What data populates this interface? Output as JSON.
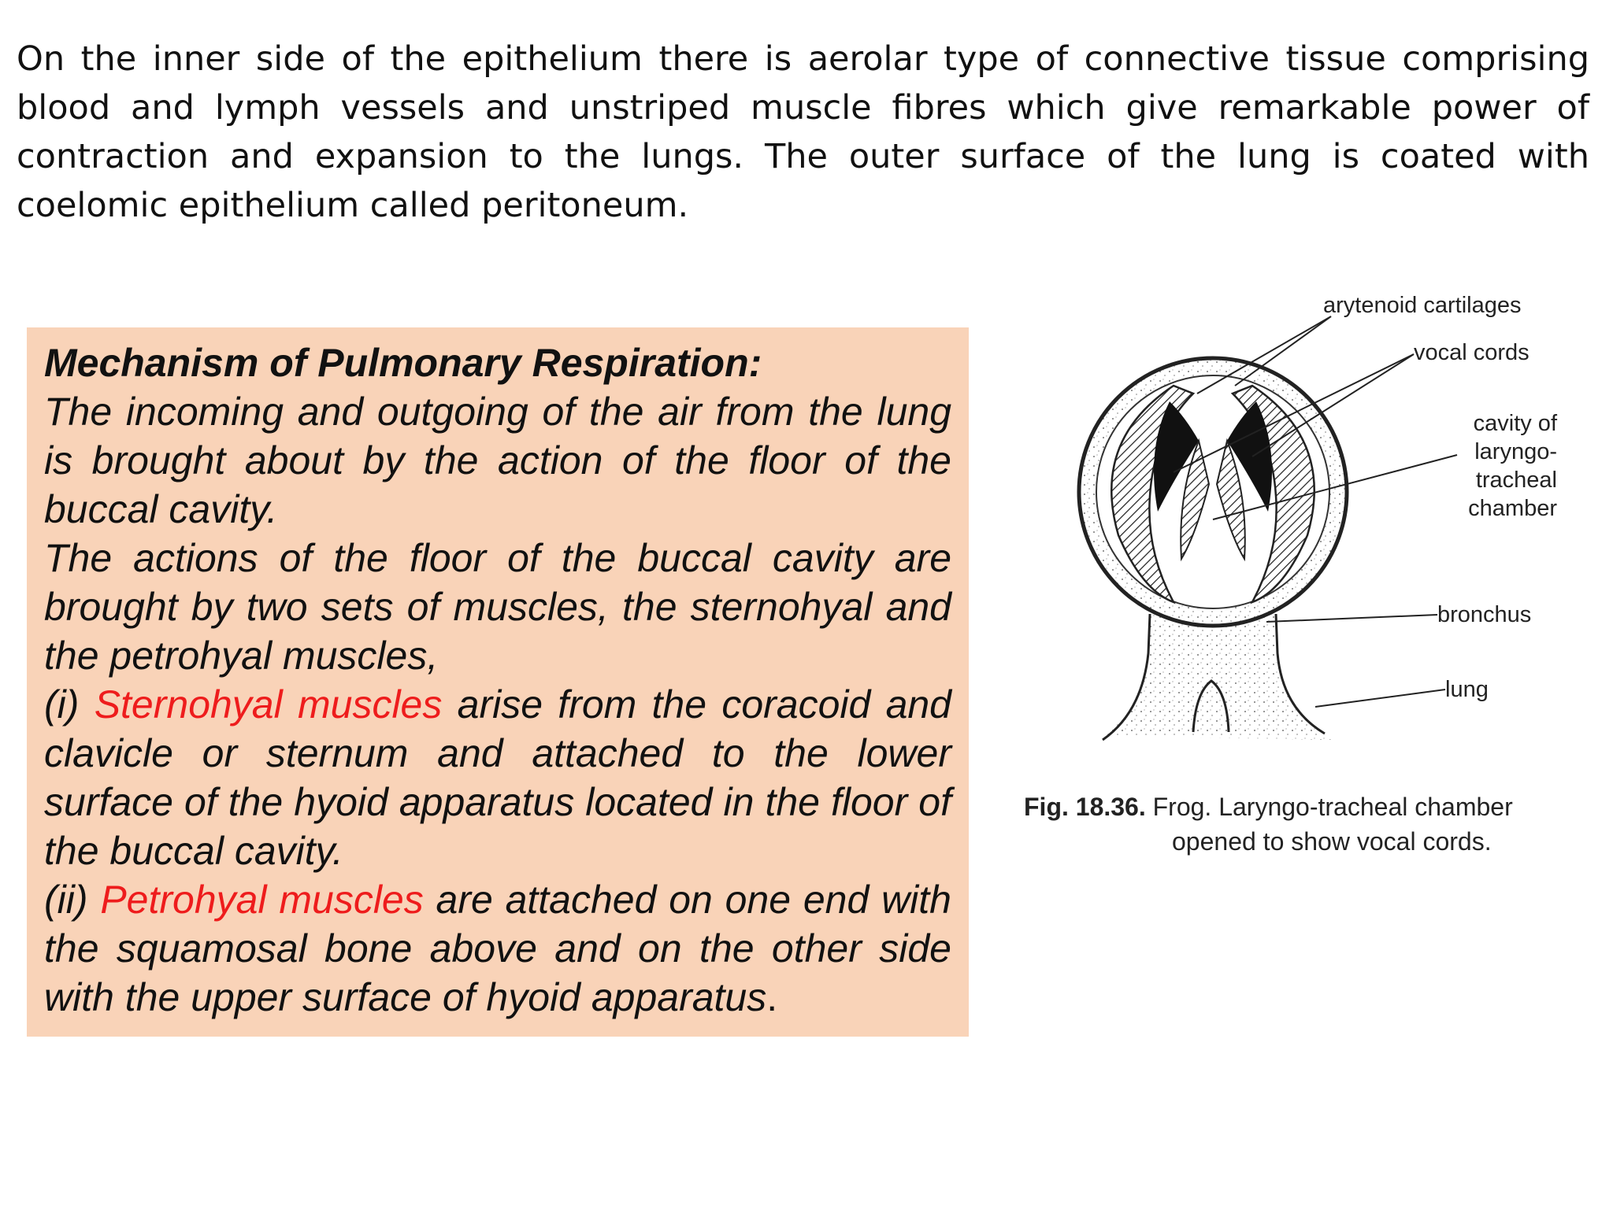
{
  "intro_paragraph": "On the inner side of the epithelium there is aerolar type of connective tissue comprising blood and lymph vessels and unstriped muscle fibres which give remarkable power of contraction and expansion to the lungs. The outer surface of the lung is coated with coelomic epithelium called peritoneum.",
  "box": {
    "background": "#f9d3b8",
    "accent_color": "#ee1c1c",
    "heading": "Mechanism of Pulmonary Respiration:",
    "para1": "The incoming and outgoing of the air from the lung is brought about by the action of the floor of the buccal cavity.",
    "para2": "The actions of the floor of the buccal cavity are brought by two sets of muscles, the sternohyal and the petrohyal muscles,",
    "item1": {
      "prefix": "(i) ",
      "highlight": "Sternohyal muscles",
      "text": " arise from the coracoid and clavicle or sternum and attached to the lower surface of the hyoid apparatus located in the floor of the buccal cavity."
    },
    "item2": {
      "prefix": "(ii) ",
      "highlight": "Petrohyal muscles",
      "text": " are attached on one end with the squamosal bone above and on the other side with the upper surface of hyoid apparatus",
      "end": "."
    }
  },
  "figure": {
    "labels": {
      "arytenoid": "arytenoid cartilages",
      "vocal": "vocal cords",
      "cavity_line1": "cavity of",
      "cavity_line2": "laryngo-",
      "cavity_line3": "tracheal",
      "cavity_line4": "chamber",
      "bronchus": "bronchus",
      "lung": "lung"
    },
    "caption_number": "Fig. 18.36.",
    "caption_line1": " Frog.  Laryngo-tracheal  chamber",
    "caption_line2": "opened to show vocal cords."
  }
}
